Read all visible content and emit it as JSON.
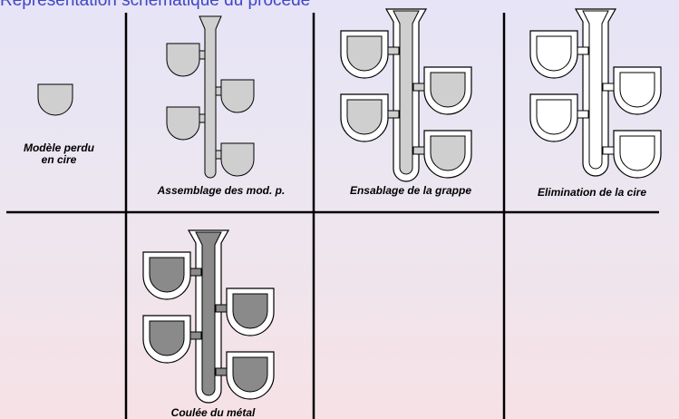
{
  "title": "Représentation schématique du procédé",
  "colors": {
    "wax": "#cfcfcf",
    "shell_outer": "#ffffff",
    "metal": "#8a8a8a",
    "grid_line": "#000000",
    "title": "#3f46c8"
  },
  "steps": [
    {
      "label_lines": [
        "Modèle perdu",
        "en cire"
      ]
    },
    {
      "label": "Assemblage des mod. p."
    },
    {
      "label": "Ensablage de la grappe"
    },
    {
      "label": "Elimination de la cire"
    },
    {
      "label": "Coulée du métal"
    }
  ]
}
